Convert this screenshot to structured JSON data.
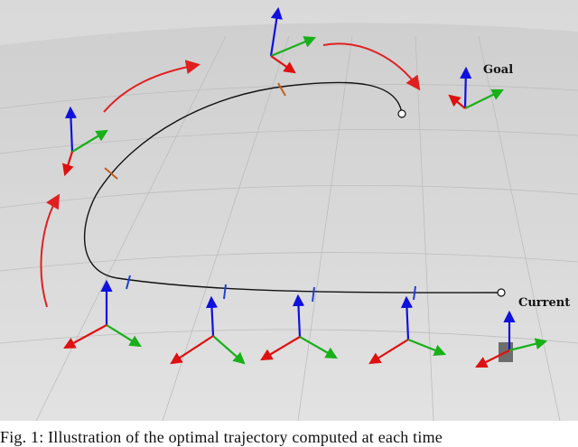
{
  "figure": {
    "labels": {
      "goal": "Goal",
      "current": "Current"
    },
    "colors": {
      "trajectory": "#111111",
      "past_arrows": "#e02020",
      "future_drones": "#8f8fe6",
      "past_drones": "#e8a090",
      "axis_x": "#e01010",
      "axis_y": "#18b018",
      "axis_z": "#1010e0"
    }
  },
  "caption": {
    "text": "Fig. 1: Illustration of the optimal trajectory computed at each time"
  }
}
